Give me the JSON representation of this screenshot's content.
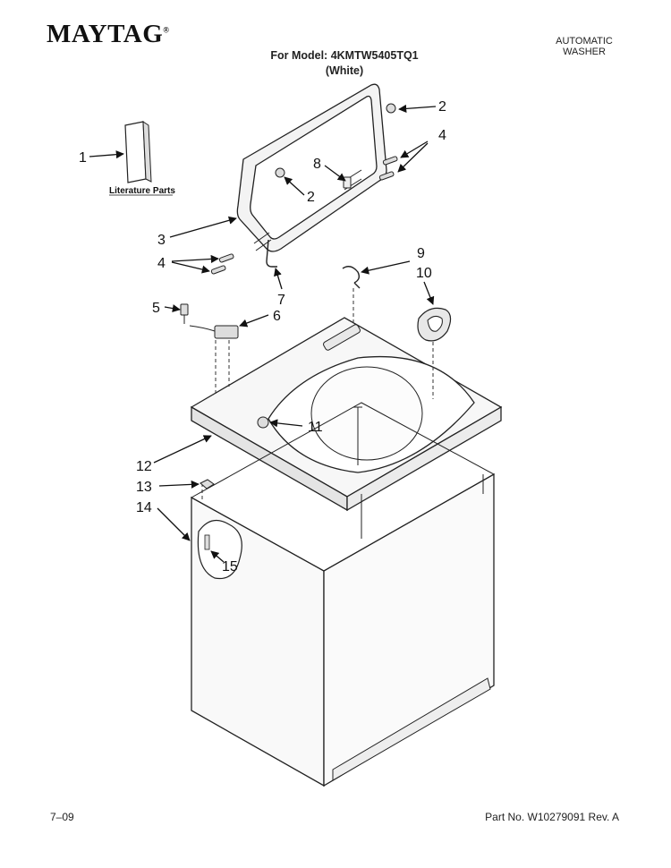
{
  "header": {
    "brand": "MAYTAG",
    "category_line1": "AUTOMATIC",
    "category_line2": "WASHER",
    "model_line": "For Model: 4KMTW5405TQ1",
    "color_line": "(White)"
  },
  "diagram": {
    "literature_label": "Literature Parts",
    "callouts": [
      "1",
      "2",
      "2",
      "3",
      "4",
      "4",
      "5",
      "6",
      "7",
      "8",
      "9",
      "10",
      "11",
      "12",
      "13",
      "14",
      "15"
    ]
  },
  "footer": {
    "date_code": "7–09",
    "part_number": "Part No. W10279091 Rev. A"
  }
}
